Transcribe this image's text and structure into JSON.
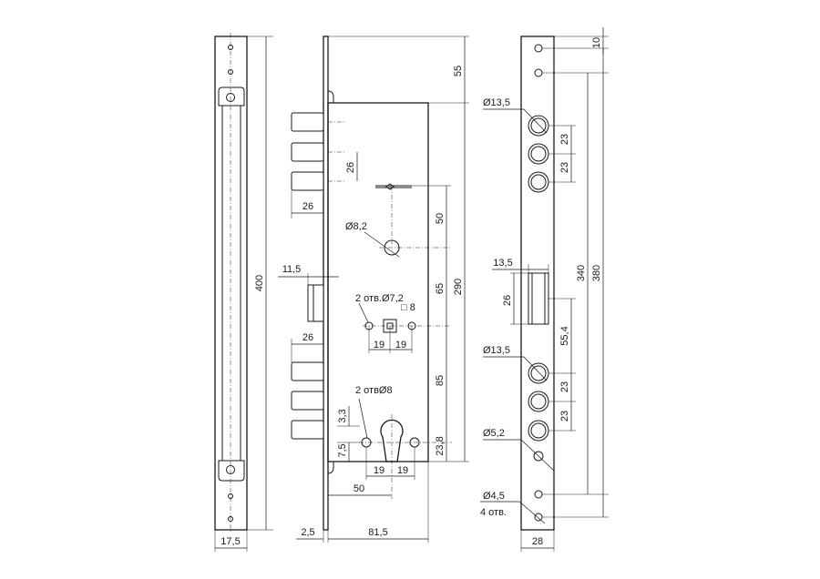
{
  "front_plate": {
    "height": "400",
    "width": "17,5"
  },
  "lock_body": {
    "top_offset": "55",
    "bolt_pitch": "26",
    "bolt_projection_top": "26",
    "bolt_projection_bottom": "26",
    "latch_projection": "11,5",
    "spindle_hole": "Ø8,2",
    "dist_50": "50",
    "dist_65": "65",
    "dist_85": "85",
    "dist_290": "290",
    "holes_72": "2 отв.Ø7,2",
    "square_8": "□ 8",
    "spacing_19_left": "19",
    "spacing_19_right": "19",
    "holes_8": "2 отвØ8",
    "dim_3_3": "3,3",
    "dim_7_5": "7,5",
    "dim_23_8": "23,8",
    "cyl_19_left": "19",
    "cyl_19_right": "19",
    "backset": "50",
    "plate_thickness": "2,5",
    "body_width": "81,5"
  },
  "strike_plate": {
    "dim_10": "10",
    "hole_13_5_top": "Ø13,5",
    "pitch_23_a": "23",
    "pitch_23_b": "23",
    "latch_width": "13,5",
    "latch_height": "26",
    "dim_340": "340",
    "dim_380": "380",
    "dim_55_4": "55,4",
    "hole_13_5_bottom": "Ø13,5",
    "pitch_23_c": "23",
    "pitch_23_d": "23",
    "hole_5_2": "Ø5,2",
    "hole_4_5": "Ø4,5",
    "hole_count": "4 отв.",
    "width": "28"
  }
}
